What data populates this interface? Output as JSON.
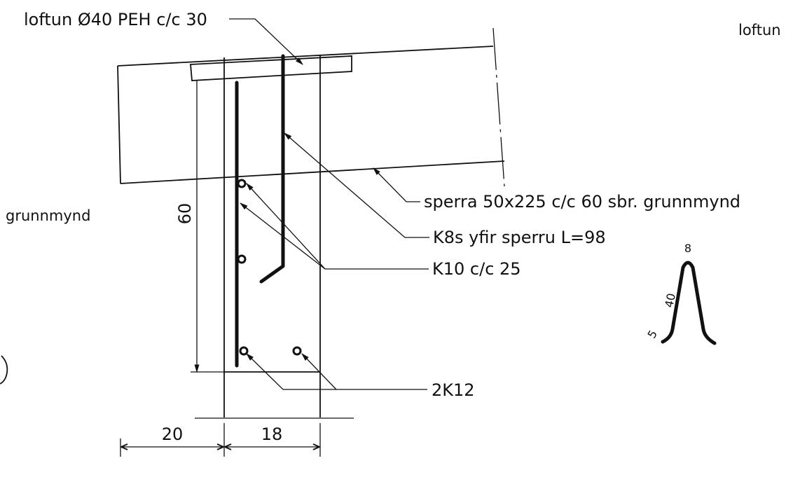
{
  "labels": {
    "loftun_top": "loftun Ø40 PEH c/c 30",
    "loftun_right": "loftun",
    "grunnmynd_left": "grunnmynd",
    "sperra": "sperra 50x225 c/c 60 sbr. grunnmynd",
    "k8s": "K8s yfir sperru L=98",
    "k10": "K10 c/c 25",
    "k12": "2K12"
  },
  "dimensions": {
    "height": "60",
    "width_left": "20",
    "width_right": "18"
  },
  "bar_shape": {
    "top": "8",
    "leg": "40",
    "foot": "5"
  },
  "colors": {
    "ink": "#111111",
    "background": "#ffffff"
  }
}
